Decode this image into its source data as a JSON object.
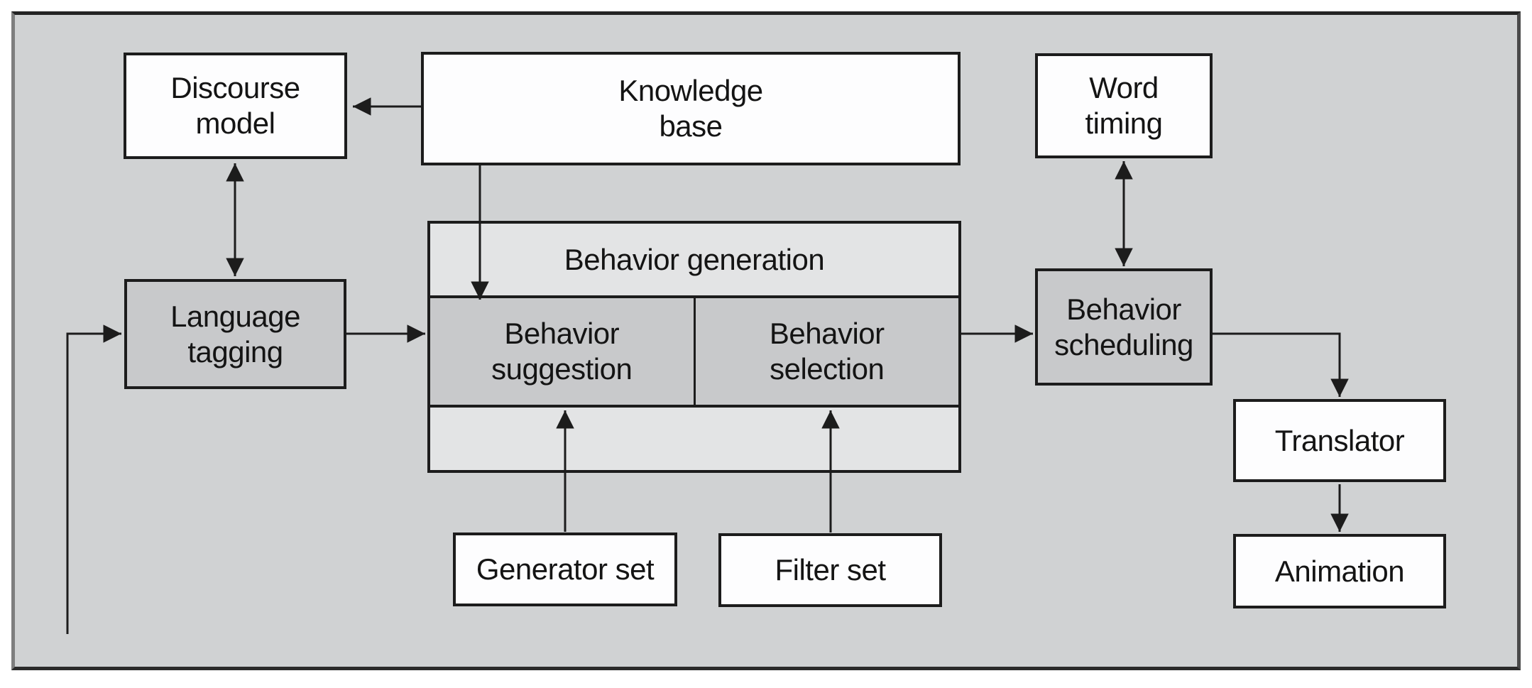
{
  "figure": {
    "description": "Block diagram of a behavior generation architecture"
  },
  "colors": {
    "bg": "#d0d2d3",
    "box-white": "#fdfdfe",
    "box-gray": "#c8c9cb",
    "group-light": "#e3e4e5",
    "line": "#1c1c1c",
    "text": "#141414",
    "page": "#ffffff"
  },
  "nodes": {
    "discourse_model": {
      "line1": "Discourse",
      "line2": "model"
    },
    "knowledge_base": {
      "line1": "Knowledge",
      "line2": "base"
    },
    "word_timing": {
      "line1": "Word",
      "line2": "timing"
    },
    "language_tagging": {
      "line1": "Language",
      "line2": "tagging"
    },
    "behavior_generation": {
      "title": "Behavior generation"
    },
    "behavior_suggestion": {
      "line1": "Behavior",
      "line2": "suggestion"
    },
    "behavior_selection": {
      "line1": "Behavior",
      "line2": "selection"
    },
    "behavior_scheduling": {
      "line1": "Behavior",
      "line2": "scheduling"
    },
    "translator": {
      "line1": "Translator"
    },
    "animation": {
      "line1": "Animation"
    },
    "generator_set": {
      "line1": "Generator set"
    },
    "filter_set": {
      "line1": "Filter set"
    }
  },
  "connections": [
    {
      "from": "knowledge_base",
      "to": "discourse_model",
      "type": "arrow"
    },
    {
      "from": "discourse_model",
      "to": "language_tagging",
      "type": "double_arrow"
    },
    {
      "from": "knowledge_base",
      "to": "behavior_suggestion",
      "type": "arrow"
    },
    {
      "from": "external_input",
      "to": "language_tagging",
      "type": "arrow"
    },
    {
      "from": "language_tagging",
      "to": "behavior_suggestion",
      "type": "arrow"
    },
    {
      "from": "behavior_generation",
      "to": "behavior_scheduling",
      "type": "arrow"
    },
    {
      "from": "word_timing",
      "to": "behavior_scheduling",
      "type": "double_arrow"
    },
    {
      "from": "behavior_scheduling",
      "to": "translator",
      "type": "arrow"
    },
    {
      "from": "translator",
      "to": "animation",
      "type": "arrow"
    },
    {
      "from": "generator_set",
      "to": "behavior_suggestion",
      "type": "arrow"
    },
    {
      "from": "filter_set",
      "to": "behavior_selection",
      "type": "arrow"
    }
  ]
}
